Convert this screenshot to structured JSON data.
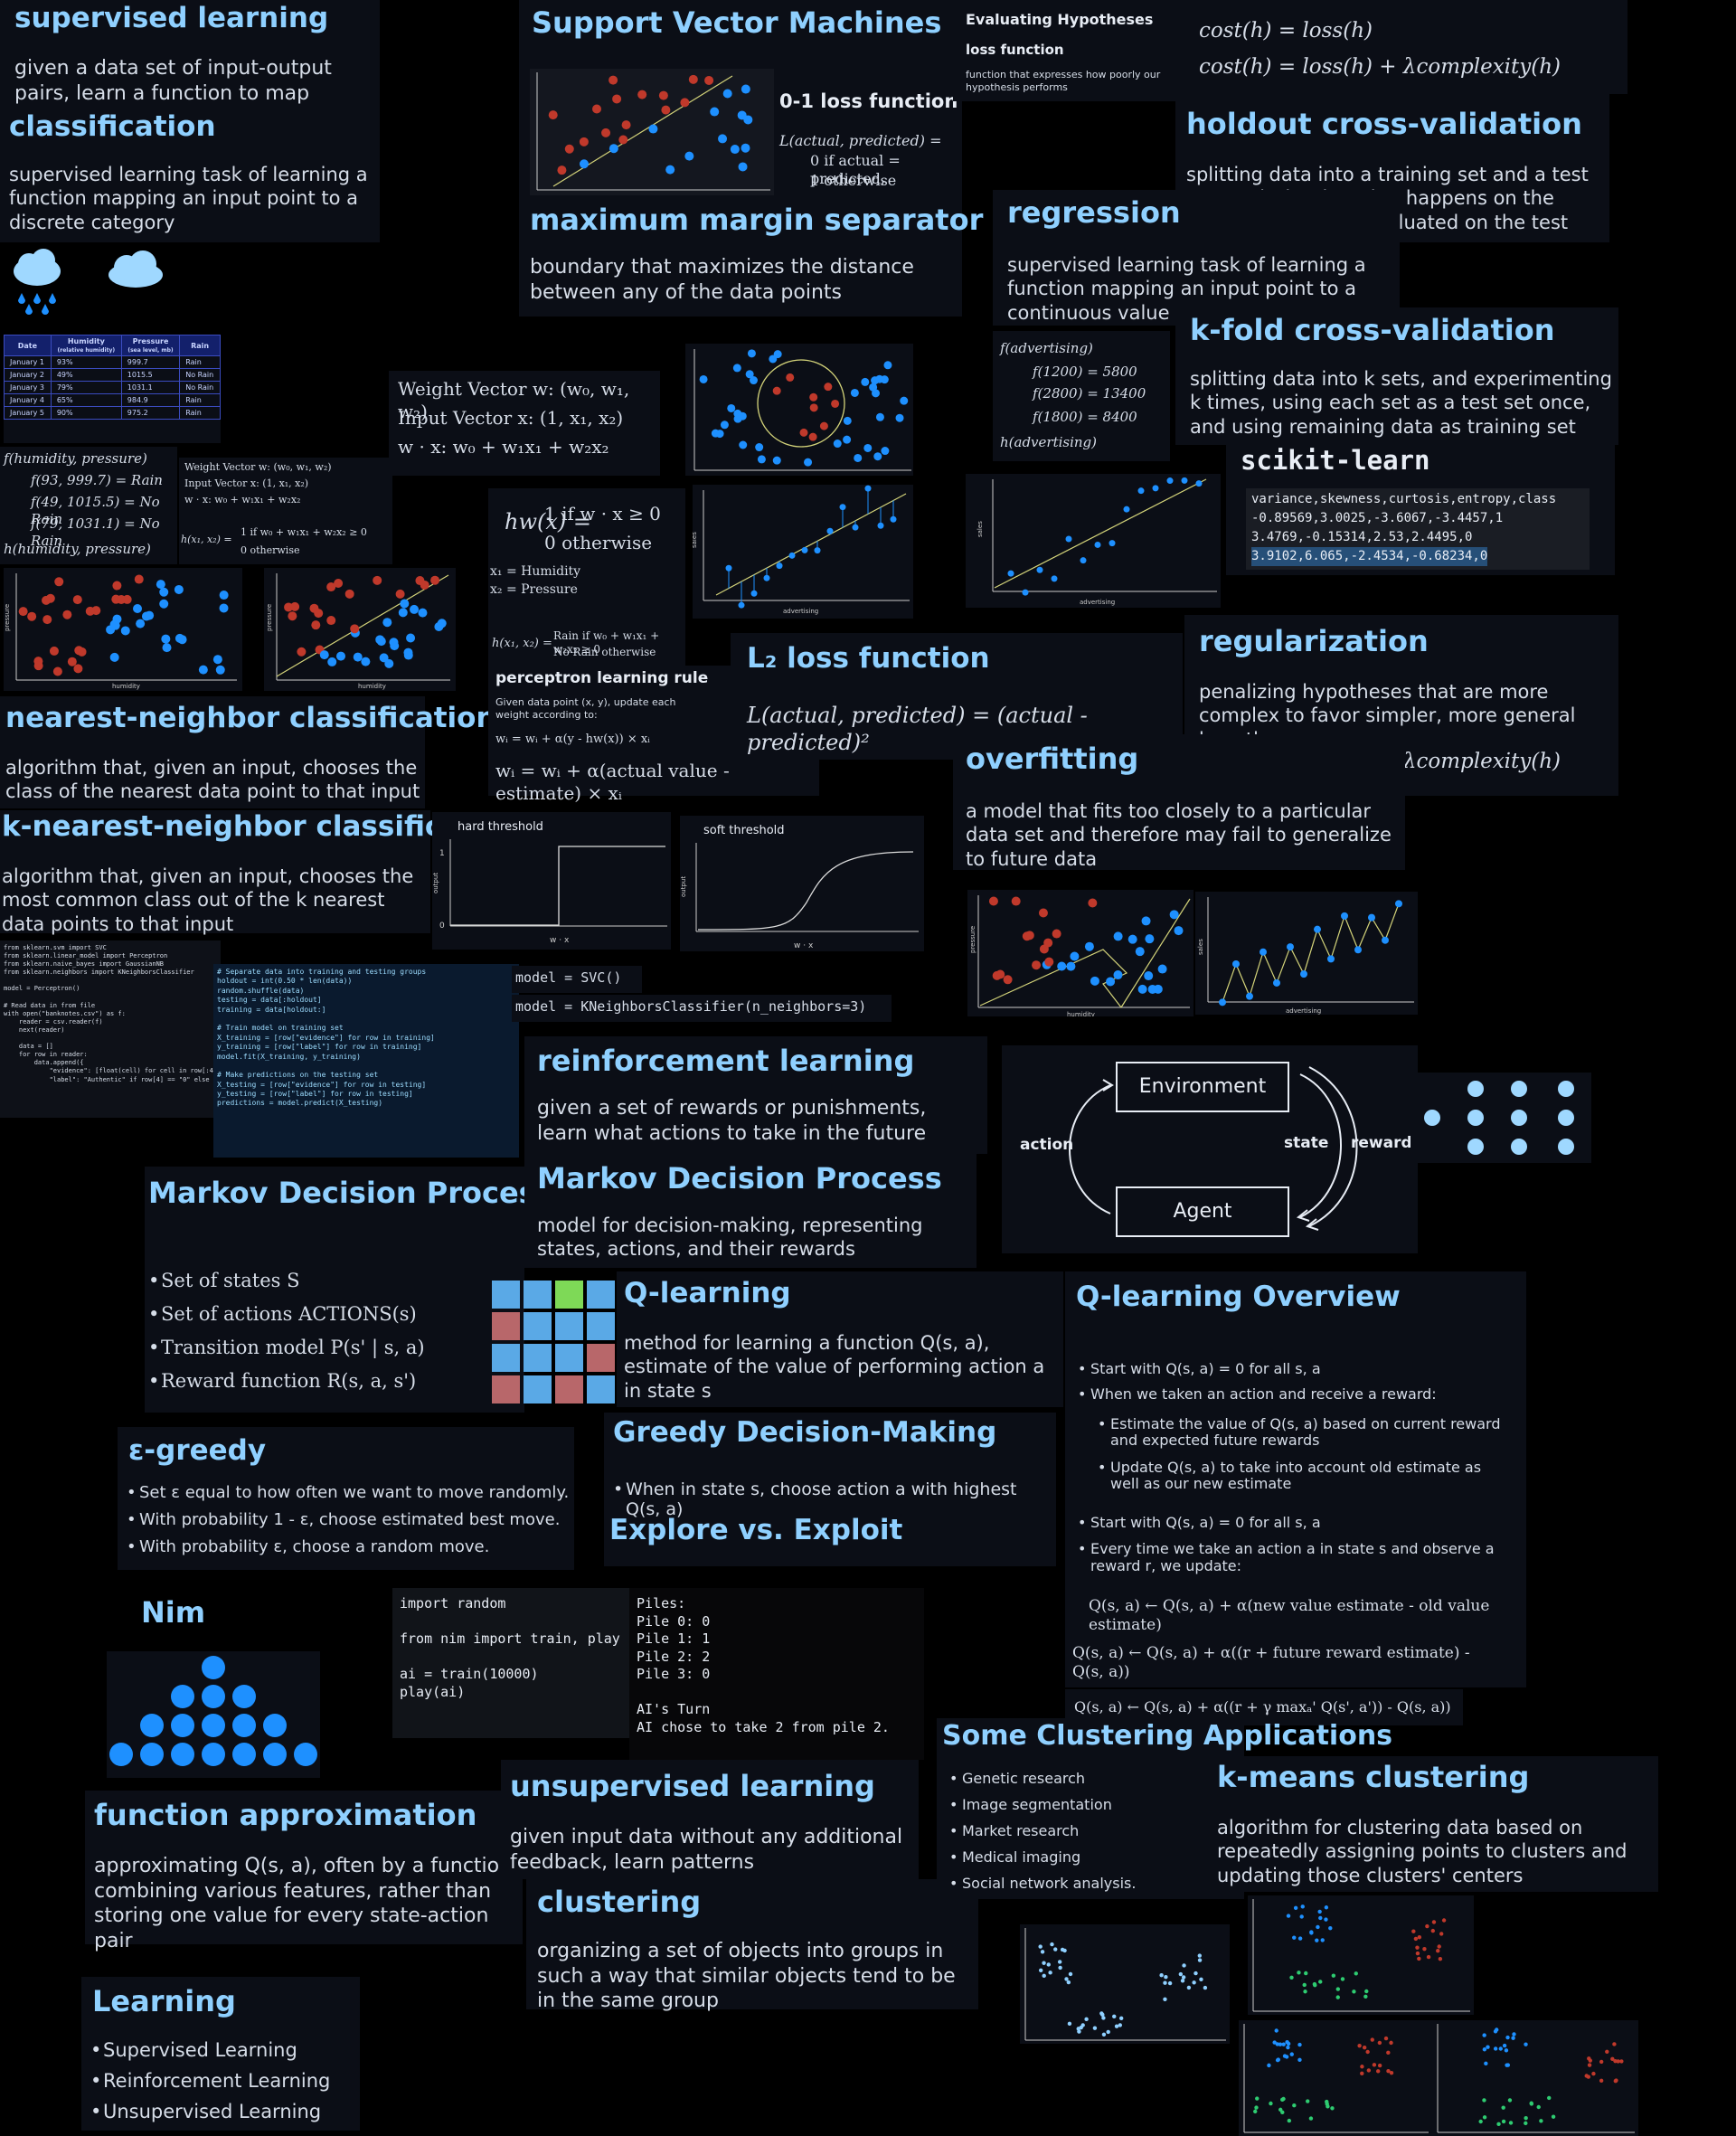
{
  "sl": {
    "title": "supervised learning",
    "desc": "given a data set of input-output pairs, learn a function to map inputs to outputs"
  },
  "cls": {
    "title": "classification",
    "desc": "supervised learning task of learning a function mapping an input point to a discrete category"
  },
  "weather_table": {
    "headers": [
      "Date",
      "Humidity",
      "Pressure",
      "Rain"
    ],
    "sub": [
      "",
      "(relative humidity)",
      "(sea level, mb)",
      ""
    ],
    "rows": [
      [
        "January 1",
        "93%",
        "999.7",
        "Rain"
      ],
      [
        "January 2",
        "49%",
        "1015.5",
        "No Rain"
      ],
      [
        "January 3",
        "79%",
        "1031.1",
        "No Rain"
      ],
      [
        "January 4",
        "65%",
        "984.9",
        "Rain"
      ],
      [
        "January 5",
        "90%",
        "975.2",
        "Rain"
      ]
    ]
  },
  "fh": {
    "l1": "f(humidity, pressure)",
    "l2": "f(93, 999.7) = Rain",
    "l3": "f(49, 1015.5) = No Rain",
    "l4": "f(79, 1031.1) = No Rain",
    "l5": "h(humidity, pressure)"
  },
  "wv_small": {
    "l1": "Weight Vector w: (w₀, w₁, w₂)",
    "l2": "Input Vector x: (1, x₁, x₂)",
    "l3": "w · x: w₀ + w₁x₁ + w₂x₂",
    "hx": "h(x₁, x₂) =",
    "c1": "1 if w₀ + w₁x₁ + w₂x₂ ≥ 0",
    "c2": "0 otherwise"
  },
  "axis": {
    "pressure": "pressure",
    "humidity": "humidity",
    "sales": "sales",
    "advertising": "advertising",
    "output": "output",
    "wx": "w · x"
  },
  "nn": {
    "title": "nearest-neighbor classification",
    "desc": "algorithm that, given an input, chooses the class of the nearest data point to that input"
  },
  "knn": {
    "title": "k-nearest-neighbor classification",
    "desc": "algorithm that, given an input, chooses the most common class out of the k nearest data points to that input"
  },
  "code1": "from sklearn.svm import SVC\nfrom sklearn.linear_model import Perceptron\nfrom sklearn.naive_bayes import GaussianNB\nfrom sklearn.neighbors import KNeighborsClassifier\n\nmodel = Perceptron()\n\n# Read data in from file\nwith open(\"banknotes.csv\") as f:\n    reader = csv.reader(f)\n    next(reader)\n\n    data = []\n    for row in reader:\n        data.append({\n            \"evidence\": [float(cell) for cell in row[:4]],\n            \"label\": \"Authentic\" if row[4] == \"0\" else",
  "code2": "# Separate data into training and testing groups\nholdout = int(0.50 * len(data))\nrandom.shuffle(data)\ntesting = data[:holdout]\ntraining = data[holdout:]\n\n# Train model on training set\nX_training = [row[\"evidence\"] for row in training]\ny_training = [row[\"label\"] for row in training]\nmodel.fit(X_training, y_training)\n\n# Make predictions on the testing set\nX_testing = [row[\"evidence\"] for row in testing]\ny_testing = [row[\"label\"] for row in testing]\npredictions = model.predict(X_testing)",
  "svm": {
    "title": "Support Vector Machines",
    "loss01": "0-1 loss function",
    "l1": "L(actual, predicted) =",
    "l2": "0 if actual = predicted,",
    "l3": "1 otherwise",
    "mm_title": "maximum margin separator",
    "mm_desc": "boundary that maximizes the distance between any of the data points"
  },
  "wv": {
    "l1": "Weight Vector w: (w₀, w₁, w₂)",
    "l2": "Input Vector x: (1, x₁, x₂)",
    "l3": "w · x: w₀ + w₁x₁ + w₂x₂"
  },
  "hw": {
    "lhs": "hw(x) =",
    "c1": "1 if w · x ≥ 0",
    "c2": "0 otherwise",
    "x1": "x₁ = Humidity",
    "x2": "x₂ = Pressure",
    "hx": "h(x₁, x₂) =",
    "r1": "Rain if w₀ + w₁x₁ + w₂x₂ ≥ 0",
    "r2": "No Rain otherwise"
  },
  "pr": {
    "title": "perceptron learning rule",
    "desc": "Given data point (x, y), update each weight according to:",
    "f1": "wᵢ = wᵢ + α(y - hw(x)) × xᵢ",
    "f2": "wᵢ = wᵢ + α(actual value - estimate) × xᵢ"
  },
  "thr": {
    "hard": "hard threshold",
    "soft": "soft threshold",
    "one": "1",
    "zero": "0"
  },
  "model1": "model = SVC()",
  "model2": "model = KNeighborsClassifier(n_neighbors=3)",
  "eh": {
    "title": "Evaluating Hypotheses",
    "lf": "loss function",
    "desc": "function that expresses how poorly our hypothesis performs"
  },
  "cost": {
    "c1": "cost(h) = loss(h)",
    "c2": "cost(h) = loss(h) + λcomplexity(h)"
  },
  "reg": {
    "title": "regression",
    "desc": "supervised learning task of learning a function mapping an input point to a continuous value"
  },
  "fadv": {
    "l1": "f(advertising)",
    "l2": "f(1200) = 5800",
    "l3": "f(2800) = 13400",
    "l4": "f(1800) = 8400",
    "l5": "h(advertising)"
  },
  "hold": {
    "title": "holdout cross-validation",
    "desc": "splitting data into a training set and a test set, such that learning happens on the training set and is evaluated on the test set"
  },
  "kfold": {
    "title": "k-fold cross-validation",
    "desc": "splitting data into k sets, and experimenting k times, using each set as a test set once, and using remaining data as training set"
  },
  "skl": {
    "title": "scikit-learn",
    "rows": [
      "variance,skewness,curtosis,entropy,class",
      "-0.89569,3.0025,-3.6067,-3.4457,1",
      "3.4769,-0.15314,2.53,2.4495,0",
      "3.9102,6.065,-2.4534,-0.68234,0"
    ]
  },
  "l2": {
    "title": "L₂ loss function",
    "formula": "L(actual, predicted) = (actual - predicted)²"
  },
  "regu": {
    "title": "regularization",
    "desc": "penalizing hypotheses that are more complex to favor simpler, more general hypotheses",
    "formula": "cost(h) = loss(h) + λcomplexity(h)"
  },
  "over": {
    "title": "overfitting",
    "desc": "a model that fits too closely to a particular data set and therefore may fail to generalize to future data"
  },
  "rl": {
    "title": "reinforcement learning",
    "desc": "given a set of rewards or punishments, learn what actions to take in the future"
  },
  "rl_diag": {
    "env": "Environment",
    "agent": "Agent",
    "action": "action",
    "state": "state",
    "reward": "reward"
  },
  "mdp": {
    "title": "Markov Decision Process",
    "desc": "model for decision-making, representing states, actions, and their rewards"
  },
  "mdp2": {
    "title": "Markov Decision Process",
    "items": [
      "Set of states S",
      "Set of actions ACTIONS(s)",
      "Transition model P(s' | s, a)",
      "Reward function R(s, a, s')"
    ]
  },
  "ql": {
    "title": "Q-learning",
    "desc": "method for learning a function Q(s, a), estimate of the value of performing action a in state s"
  },
  "qlo": {
    "title": "Q-learning Overview",
    "b1": "Start with Q(s, a) = 0 for all s, a",
    "b2": "When we taken an action and receive a reward:",
    "b2a": "Estimate the value of Q(s, a) based on current reward and expected future rewards",
    "b2b": "Update Q(s, a) to take into account old estimate as well as our new estimate",
    "b3": "Start with Q(s, a) = 0 for all s, a",
    "b4": "Every time we take an action a in state s and observe a reward r, we update:",
    "f1": "Q(s, a) ← Q(s, a) + α(new value estimate - old value estimate)",
    "f2": "Q(s, a) ← Q(s, a) + α((r + future reward estimate) - Q(s, a))",
    "f3": "Q(s, a) ← Q(s, a) + α((r + γ maxₐ' Q(s', a')) - Q(s, a))"
  },
  "eps": {
    "title": "ε-greedy",
    "items": [
      "Set ε equal to how often we want to move randomly.",
      "With probability 1 - ε, choose estimated best move.",
      "With probability ε, choose a random move."
    ]
  },
  "greedy": {
    "title": "Greedy Decision-Making",
    "item": "When in state s, choose action a with highest Q(s, a)",
    "ee": "Explore vs. Exploit"
  },
  "nim": {
    "title": "Nim"
  },
  "nimcode": "import random\n\nfrom nim import train, play\n\nai = train(10000)\nplay(ai)",
  "piles": "Piles:\nPile 0: 0\nPile 1: 1\nPile 2: 2\nPile 3: 0\n\nAI's Turn\nAI chose to take 2 from pile 2.",
  "fa": {
    "title": "function approximation",
    "desc": "approximating Q(s, a), often by a function combining various features, rather than storing one value for every state-action pair"
  },
  "ul": {
    "title": "unsupervised learning",
    "desc": "given input data without any additional feedback, learn patterns"
  },
  "clus": {
    "title": "clustering",
    "desc": "organizing a set of objects into groups in such a way that similar objects tend to be in the same group"
  },
  "apps": {
    "title": "Some Clustering Applications",
    "items": [
      "Genetic research",
      "Image segmentation",
      "Market research",
      "Medical imaging",
      "Social network analysis."
    ]
  },
  "km": {
    "title": "k-means clustering",
    "desc": "algorithm for clustering data based on repeatedly assigning points to clusters and updating those clusters' centers"
  },
  "learn": {
    "title": "Learning",
    "items": [
      "Supervised Learning",
      "Reinforcement Learning",
      "Unsupervised Learning"
    ]
  },
  "colors": {
    "accent": "#8fd0ff",
    "red": "#c0392b",
    "blue": "#1e90ff",
    "bg": "#000000"
  }
}
